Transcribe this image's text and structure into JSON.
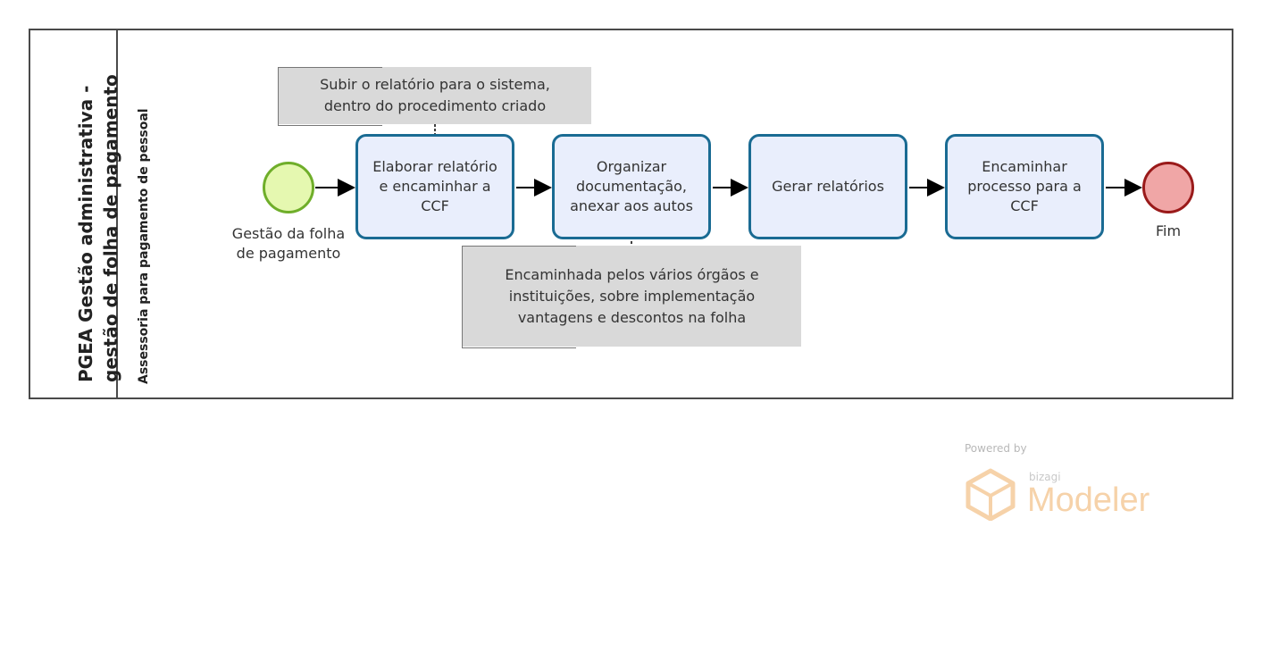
{
  "pool": {
    "title_line1": "PGEA Gestão administrativa -",
    "title_line2": "gestão de folha de pagamento"
  },
  "lane": {
    "title": "Assessoria para pagamento de pessoal"
  },
  "start_event": {
    "label_line1": "Gestão da folha",
    "label_line2": "de pagamento"
  },
  "tasks": [
    {
      "label": "Elaborar relatório e encaminhar a CCF"
    },
    {
      "label": "Organizar documentação, anexar aos autos"
    },
    {
      "label": "Gerar relatórios"
    },
    {
      "label": "Encaminhar processo para a CCF"
    }
  ],
  "end_event": {
    "label": "Fim"
  },
  "annotations": [
    {
      "line1": "Subir o relatório para o sistema,",
      "line2": "dentro do procedimento criado"
    },
    {
      "line1": "Encaminhada pelos vários órgãos e",
      "line2": "instituições, sobre implementação",
      "line3": "vantagens e descontos na folha"
    }
  ],
  "watermark": {
    "powered_by": "Powered by",
    "brand": "bizagi",
    "product": "Modeler"
  },
  "colors": {
    "task_border": "#1a6b93",
    "task_fill": "#e9eefc",
    "start_border": "#6fae2a",
    "start_fill": "#e5f8b0",
    "end_border": "#9a1a1a",
    "end_fill": "#f0a6a6",
    "annotation_fill": "#d9d9d9",
    "logo_color": "#f6d2a9"
  }
}
